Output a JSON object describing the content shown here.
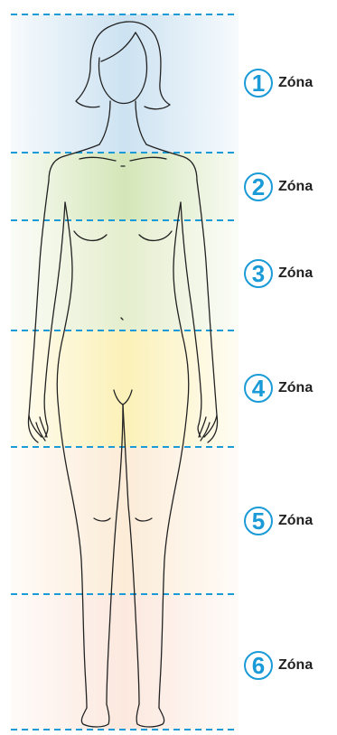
{
  "zones": [
    {
      "number": "1",
      "label": "Zóna",
      "color": "#c7dff0"
    },
    {
      "number": "2",
      "label": "Zóna",
      "color": "#cfe3b0"
    },
    {
      "number": "3",
      "label": "Zóna",
      "color": "#e2ecc8"
    },
    {
      "number": "4",
      "label": "Zóna",
      "color": "#fbefb0"
    },
    {
      "number": "5",
      "label": "Zóna",
      "color": "#fbe8d0"
    },
    {
      "number": "6",
      "label": "Zóna",
      "color": "#fbe4d8"
    }
  ],
  "colors": {
    "accent": "#1a9bd7",
    "divider": "#1a9bd7",
    "outline": "#222222"
  },
  "icons": {
    "zone_badge": "circled-number-icon",
    "figure": "female-body-outline-icon"
  }
}
